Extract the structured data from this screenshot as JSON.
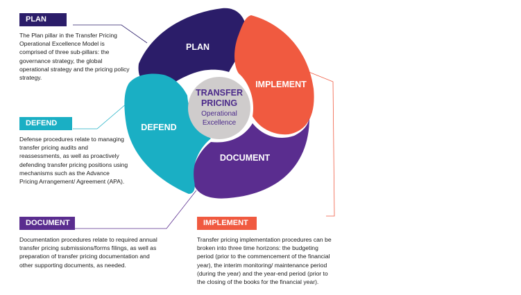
{
  "colors": {
    "plan": "#2b1d69",
    "implement": "#f05a40",
    "document": "#5a2d8f",
    "defend": "#1aafc4",
    "center": "#cfcccc",
    "center_text": "#4b2a8a"
  },
  "segments": {
    "plan": "PLAN",
    "implement": "IMPLEMENT",
    "document": "DOCUMENT",
    "defend": "DEFEND"
  },
  "center": {
    "line1": "TRANSFER",
    "line2": "PRICING",
    "line3": "Operational",
    "line4": "Excellence"
  },
  "callouts": {
    "plan": {
      "title": "PLAN",
      "text": "The Plan pillar in the Transfer Pricing Operational Excellence Model is comprised of three sub-pillars: the governance strategy, the global operational strategy and the pricing policy strategy."
    },
    "defend": {
      "title": "DEFEND",
      "text": "Defense procedures relate to managing transfer pricing audits and reassessments, as well as proactively defending transfer pricing positions using mechanisms such as the Advance Pricing Arrangement/ Agreement (APA)."
    },
    "document": {
      "title": "DOCUMENT",
      "text": "Documentation procedures relate to required annual transfer pricing submissions/forms filings, as well as preparation of transfer pricing documentation and other supporting documents, as needed."
    },
    "implement": {
      "title": "IMPLEMENT",
      "text": "Transfer pricing implementation procedures can be broken into three time horizons: the budgeting period (prior to the commencement of the financial year), the interim monitoring/ maintenance period (during the year) and the year-end period (prior to the closing of the books for the financial year)."
    }
  }
}
